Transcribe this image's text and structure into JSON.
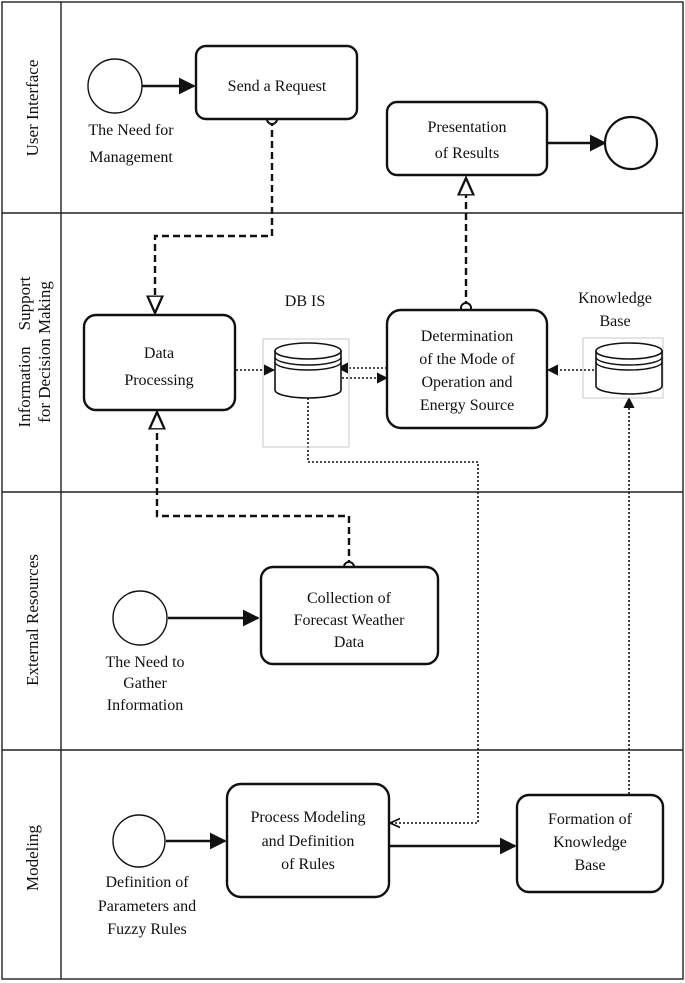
{
  "lanes": [
    {
      "label": "User Interface"
    },
    {
      "label_line1": "Information",
      "label_line1b": "Support",
      "label_line2": "for Decision Making"
    },
    {
      "label": "External Resources"
    },
    {
      "label": "Modeling"
    }
  ],
  "events": {
    "need_management": {
      "line1": "The Need for",
      "line2": "Management"
    },
    "need_gather": {
      "line1": "The Need to",
      "line2": "Gather",
      "line3": "Information"
    },
    "definition_params": {
      "line1": "Definition of",
      "line2": "Parameters and",
      "line3": "Fuzzy Rules"
    }
  },
  "tasks": {
    "send_request": {
      "line1": "Send a Request"
    },
    "presentation": {
      "line1": "Presentation",
      "line2": "of Results"
    },
    "data_processing": {
      "line1": "Data",
      "line2": "Processing"
    },
    "determination": {
      "line1": "Determination",
      "line2": "of the Mode of",
      "line3": "Operation and",
      "line4": "Energy Source"
    },
    "collection": {
      "line1": "Collection of",
      "line2": "Forecast Weather",
      "line3": "Data"
    },
    "process_modeling": {
      "line1": "Process Modeling",
      "line2": "and Definition",
      "line3": "of Rules"
    },
    "formation_kb": {
      "line1": "Formation of",
      "line2": "Knowledge",
      "line3": "Base"
    }
  },
  "stores": {
    "db_is": {
      "label": "DB IS"
    },
    "knowledge_base": {
      "line1": "Knowledge",
      "line2": "Base"
    }
  }
}
